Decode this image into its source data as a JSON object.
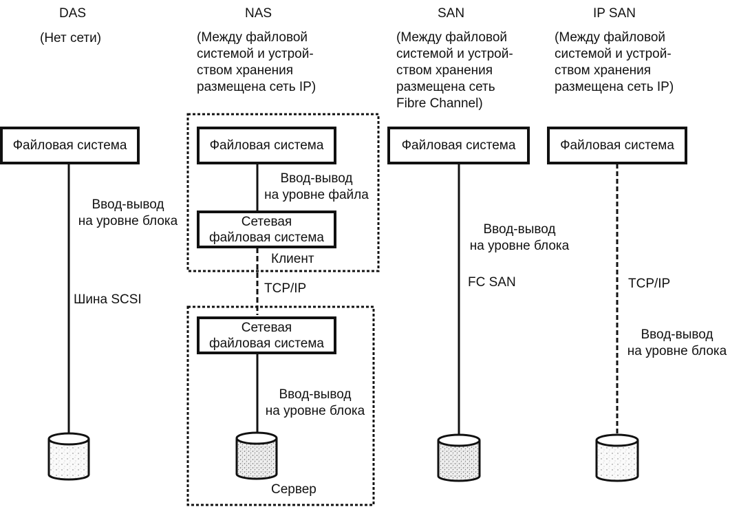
{
  "columns": [
    {
      "id": "das",
      "title": "DAS",
      "description": "(Нет сети)",
      "file_system": "Файловая система",
      "link_label": "Ввод-вывод\nна уровне блока",
      "transport": "Шина SCSI",
      "link_style": "solid"
    },
    {
      "id": "nas",
      "title": "NAS",
      "description": "(Между файловой\nсистемой и устрой-\nством хранения\nразмещена сеть IP)",
      "client": {
        "file_system": "Файловая система",
        "file_io_label": "Ввод-вывод\nна уровне файла",
        "network_fs": "Сетевая\nфайловая система",
        "label": "Клиент"
      },
      "transport": "TCP/IP",
      "server": {
        "network_fs": "Сетевая\nфайловая система",
        "block_io_label": "Ввод-вывод\nна уровне блока",
        "label": "Сервер"
      },
      "link_style": "solid"
    },
    {
      "id": "san",
      "title": "SAN",
      "description": "(Между файловой\nсистемой и устрой-\nством хранения\nразмещена сеть\nFibre Channel)",
      "file_system": "Файловая система",
      "link_label": "Ввод-вывод\nна уровне блока",
      "transport": "FC SAN",
      "link_style": "solid"
    },
    {
      "id": "ipsan",
      "title": "IP SAN",
      "description": "(Между файловой\nсистемой и устрой-\nством хранения\nразмещена сеть IP)",
      "file_system": "Файловая система",
      "transport": "TCP/IP",
      "link_label": "Ввод-вывод\nна уровне блока",
      "link_style": "dashed"
    }
  ],
  "colors": {
    "ink": "#111111",
    "background": "#ffffff",
    "disk_fill": "#f2f2f2"
  }
}
